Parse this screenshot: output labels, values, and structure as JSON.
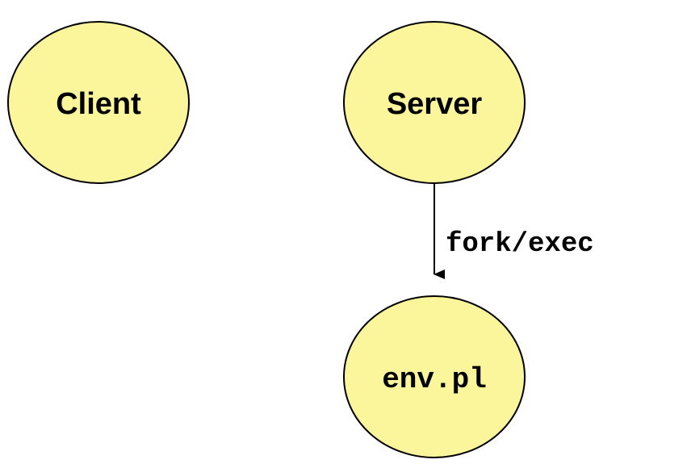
{
  "diagram": {
    "nodes": {
      "client": {
        "label": "Client"
      },
      "server": {
        "label": "Server"
      },
      "env_pl": {
        "label": "env.pl"
      }
    },
    "edges": {
      "server_to_env": {
        "label": "fork/exec"
      }
    },
    "colors": {
      "node_fill": "#fbf59b",
      "stroke": "#000000"
    }
  }
}
